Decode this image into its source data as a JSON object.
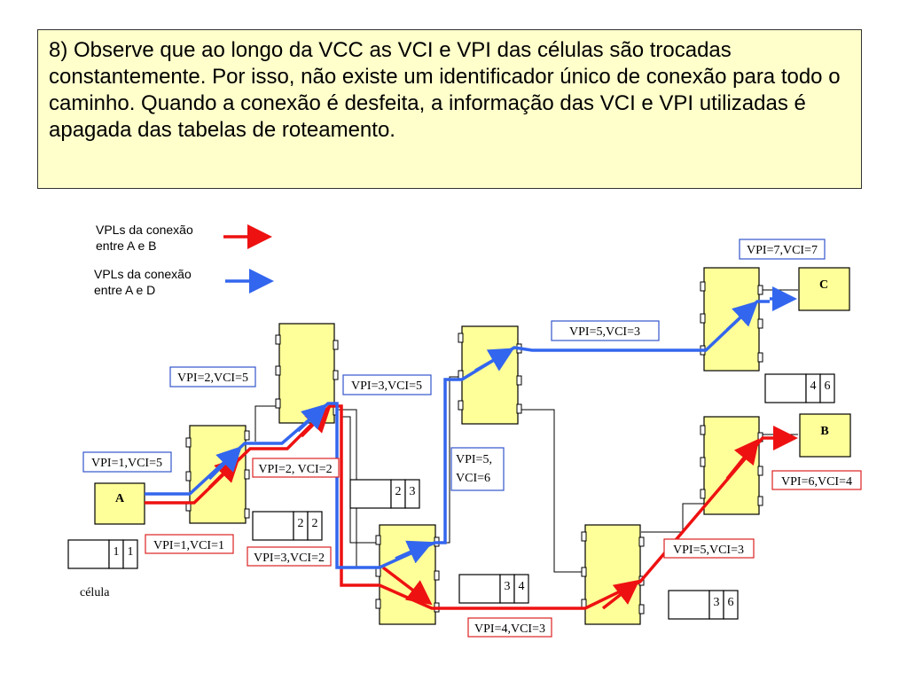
{
  "slide_text": "8) Observe que ao longo da VCC as VCI e VPI das células são trocadas constantemente. Por isso, não existe um identificador único de conexão para todo o caminho. Quando a conexão é desfeita, a informação das VCI e VPI utilizadas é apagada das tabelas de roteamento.",
  "legend": {
    "red_line1": "VPLs da conexão",
    "red_line2": "entre A e B",
    "blue_line1": "VPLs da conexão",
    "blue_line2": "entre A e D"
  },
  "nodes": {
    "a": "A",
    "b": "B",
    "c": "C"
  },
  "labels": {
    "vpi1vci1": "VPI=1,VCI=1",
    "vpi1vci5": "VPI=1,VCI=5",
    "vpi2vci5": "VPI=2,VCI=5",
    "vpi2vci2": "VPI=2, VCI=2",
    "vpi3vci2": "VPI=3,VCI=2",
    "vpi3vci5": "VPI=3,VCI=5",
    "vpi5vci6_l1": "VPI=5,",
    "vpi5vci6_l2": "VCI=6",
    "vpi4vci3": "VPI=4,VCI=3",
    "vpi5vci3_top": "VPI=5,VCI=3",
    "vpi5vci3_bottom": "VPI=5,VCI=3",
    "vpi7vci7": "VPI=7,VCI=7",
    "vpi6vci4": "VPI=6,VCI=4"
  },
  "cells": {
    "c1": [
      "1",
      "1"
    ],
    "c2": [
      "2",
      "2"
    ],
    "c3": [
      "2",
      "3"
    ],
    "c4": [
      "3",
      "4"
    ],
    "c5": [
      "3",
      "6"
    ],
    "c6": [
      "4",
      "6"
    ]
  },
  "cell_caption": "célula",
  "colors": {
    "red": "#ee1111",
    "blue": "#3366ee",
    "switch": "#ffff99",
    "textbox": "#ffffcc"
  }
}
